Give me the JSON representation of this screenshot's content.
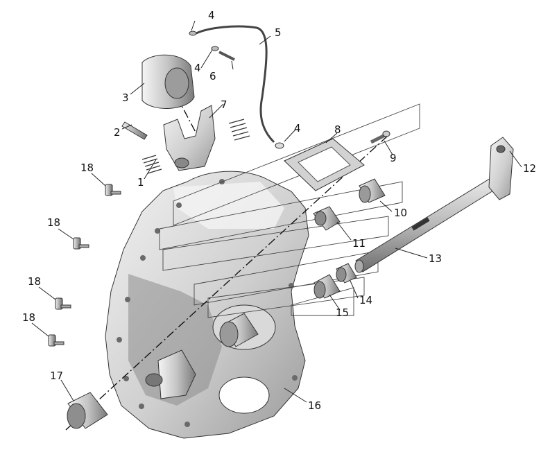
{
  "diagram": {
    "callouts": [
      {
        "id": "1",
        "label": "1"
      },
      {
        "id": "2",
        "label": "2"
      },
      {
        "id": "3",
        "label": "3"
      },
      {
        "id": "4a",
        "label": "4"
      },
      {
        "id": "4b",
        "label": "4"
      },
      {
        "id": "4c",
        "label": "4"
      },
      {
        "id": "5",
        "label": "5"
      },
      {
        "id": "6",
        "label": "6"
      },
      {
        "id": "7",
        "label": "7"
      },
      {
        "id": "8",
        "label": "8"
      },
      {
        "id": "9",
        "label": "9"
      },
      {
        "id": "10",
        "label": "10"
      },
      {
        "id": "11",
        "label": "11"
      },
      {
        "id": "12",
        "label": "12"
      },
      {
        "id": "13",
        "label": "13"
      },
      {
        "id": "14",
        "label": "14"
      },
      {
        "id": "15",
        "label": "15"
      },
      {
        "id": "16",
        "label": "16"
      },
      {
        "id": "17",
        "label": "17"
      },
      {
        "id": "18a",
        "label": "18"
      },
      {
        "id": "18b",
        "label": "18"
      },
      {
        "id": "18c",
        "label": "18"
      },
      {
        "id": "18d",
        "label": "18"
      }
    ],
    "colors": {
      "metal_light": "#e6e6e6",
      "metal_mid": "#bdbdbd",
      "metal_dark": "#7d7d7d",
      "shadow": "#555555",
      "line": "#222222"
    }
  }
}
